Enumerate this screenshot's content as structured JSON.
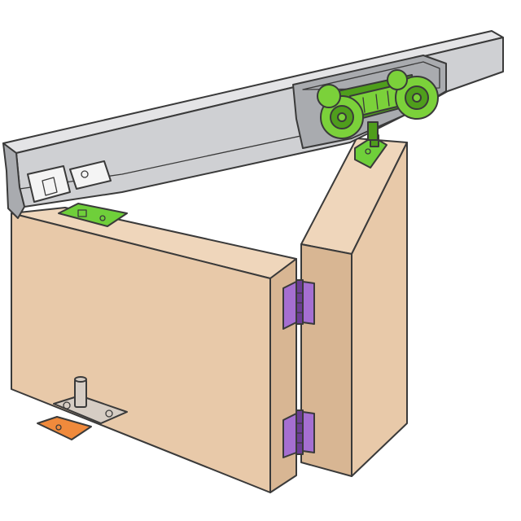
{
  "colors": {
    "background": "#ffffff",
    "door_front": "#e8c9a9",
    "door_side": "#d8b693",
    "door_top": "#efd6bb",
    "rail_top": "#e4e4e6",
    "rail_front": "#cfd0d3",
    "rail_shadow": "#a9abaf",
    "trolley": "#7bd13a",
    "trolley_dark": "#4f9e1c",
    "bracket": "#6fcf3a",
    "hinge": "#a56fd1",
    "hinge_dark": "#6c3e96",
    "floor_plate": "#f08a3c",
    "pivot_metal": "#d6cdc4",
    "outline": "#3a3a3a"
  },
  "parts": [
    {
      "name": "overhead-rail",
      "icon": "aluminium-track"
    },
    {
      "name": "roller-trolley",
      "icon": "green-wheel-carriage"
    },
    {
      "name": "top-pivot-bracket",
      "icon": "green-mounting-plate"
    },
    {
      "name": "door-leaf-left",
      "icon": "wood-panel"
    },
    {
      "name": "door-leaf-right",
      "icon": "wood-panel"
    },
    {
      "name": "hinge-upper",
      "icon": "purple-butt-hinge"
    },
    {
      "name": "hinge-lower",
      "icon": "purple-butt-hinge"
    },
    {
      "name": "bottom-pivot",
      "icon": "floor-pivot-pin"
    },
    {
      "name": "floor-plate",
      "icon": "orange-floor-bracket"
    }
  ]
}
